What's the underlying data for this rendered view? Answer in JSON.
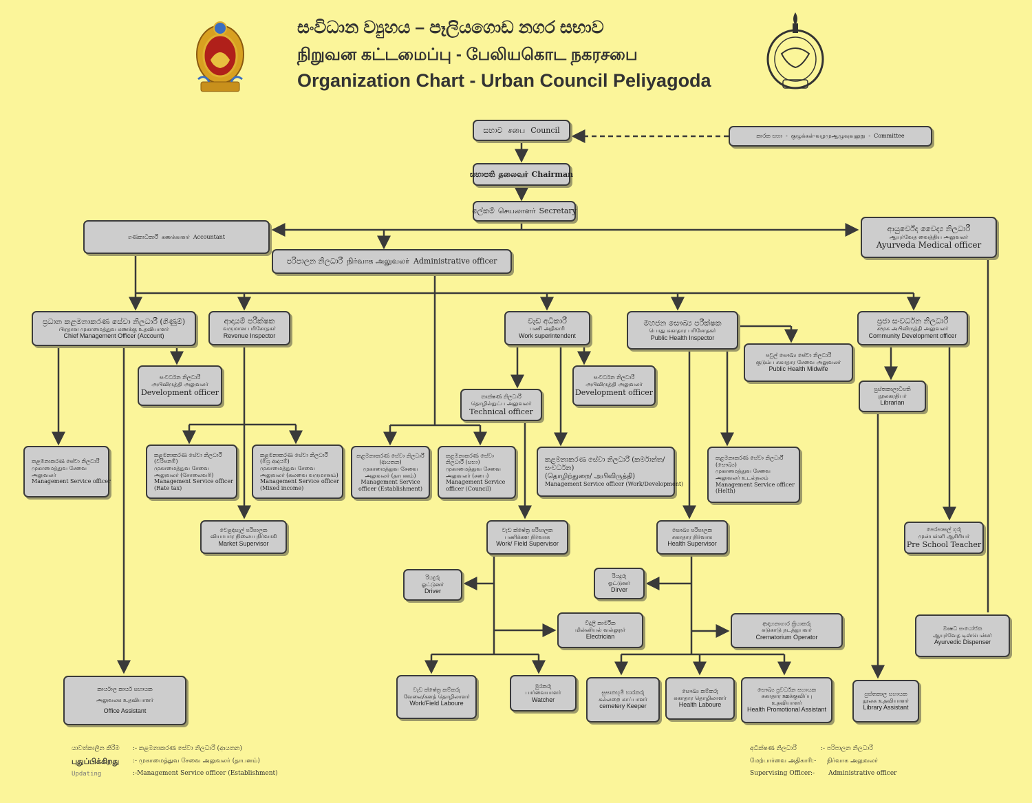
{
  "header": {
    "title_sinhala": "සංවිධාන ව්‍යුහය – පෑලියගොඩ නගර සභාව",
    "title_tamil": "நிறுவன கட்டமைப்பு - பேலியகொட நகரசபை",
    "title_english": "Organization Chart - Urban Council Peliyagoda"
  },
  "nodes": {
    "council": {
      "si": "සභාව",
      "ta": "சபை",
      "en": "Council"
    },
    "committee": {
      "si": "කාරක සභා",
      "ta": "குழுக்கள்-வழமுஆழுவுவுலுறு",
      "en": "Committee"
    },
    "chairman": {
      "si": "සභාපති",
      "ta": "தலைவர்",
      "en": "Chairman"
    },
    "secretary": {
      "si": "ලේකම්",
      "ta": "செயலாளர்",
      "en": "Secretary"
    },
    "accountant": {
      "si": "ගණකාධිකාරී",
      "ta": "கணக்காளர்",
      "en": "Accountant"
    },
    "admin_officer": {
      "si": "පරිපාලන නිලධාරී",
      "ta": "நிர்வாக அலுவலர்",
      "en": "Administrative officer"
    },
    "ayurveda_officer": {
      "si": "ආයුර්වේද වෛද්‍ය නිලධාරී",
      "ta": "ஆயுர்வேத வைத்திய அலுவலர்",
      "en": "Ayurveda Medical officer"
    },
    "chief_mgmt": {
      "si": "ප්‍රධාන කළමනාකරණ සේවා නිලධාරී (ගිණුම්)",
      "ta": "பிரதான முகாமைத்துவ கணக்கு உதவியாளர்",
      "en": "Chief Management Officer (Account)"
    },
    "revenue_inspector": {
      "si": "ආදායම් පරීක්ෂක",
      "ta": "வருமான பரிசோதகர்",
      "en": "Revenue Inspector"
    },
    "work_super": {
      "si": "වැඩ අධිකාරී",
      "ta": "பணி அதிகாரி",
      "en": "Work superintendent"
    },
    "phi": {
      "si": "මහජන සෞඛ්‍ය පරීක්ෂක",
      "ta": "பொது சுகாதார பரிசோதகர்",
      "en": "Public Health Inspector"
    },
    "community_dev": {
      "si": "ප්‍රජා සංවර්ධන නිලධාරී",
      "ta": "சமூக அபிவிருத்தி அலுவலர்",
      "en": "Community Development officer"
    },
    "dev_officer_1": {
      "si": "සංවර්ධන නිලධාරී",
      "ta": "அபிவிருத்தி அலுவலர்",
      "en": "Development officer"
    },
    "dev_officer_2": {
      "si": "සංවර්ධන නිලධාරී",
      "ta": "அபிவிருத்தி அலுவலர்",
      "en": "Development officer"
    },
    "technical_officer": {
      "si": "තාක්ෂණ නිලධාරී",
      "ta": "தொழில்நுட்ப அலுவலர்",
      "en": "Technical officer"
    },
    "phm": {
      "si": "පවුල් සෞඛ්‍ය සේවා නිලධාරී",
      "ta": "குடும்ப சுகாதார சேவை அலுவலர்",
      "en": "Public Health Midwife"
    },
    "librarian": {
      "si": "පුස්තකාලාධිපති",
      "ta": "நூலகரதிபர்",
      "en": "Librarian"
    },
    "mso_general": {
      "si": "කළමනාකරණ සේවා නිලධාරී",
      "ta": "முகாமைத்துவ சேவை அலுவலர்",
      "en": "Management Service officer"
    },
    "mso_rate": {
      "si": "කළමනාකරණ සේවා නිලධාරී (වරිපනම්)",
      "ta": "முகாமைத்துவ சேவை அலுவலர் (சோலைவரி)",
      "en": "Management Service officer",
      "en2": "(Rate tax)"
    },
    "mso_mixed": {
      "si": "කළමනාකරණ සේවා නිලධාරී (මිශ්‍ර ආදායම්)",
      "ta": "முகாமைத்துவ சேவை அலுவலர் (கலவை வருமானம்)",
      "en": "Management Service officer",
      "en2": "(Mixed income)"
    },
    "mso_estab": {
      "si": "කළමනාකරණ සේවා නිලධාරී (ආයතන)",
      "ta": "முகாமைத்துவ சேவை அலுவலர் (தாபனம்)",
      "en": "Management Service",
      "en2": "officer (Establishment)"
    },
    "mso_council": {
      "si": "කළමනාකරණ සේවා නිලධාරී (සභා)",
      "ta": "முகாமைத்துவ சேவை அலுவலர் (சபை)",
      "en": "Management Service",
      "en2": "officer (Council)"
    },
    "mso_work": {
      "si": "කළමනාකරණ සේවා නිලධාරී (කර්මාන්ත/සංවර්ධන)",
      "ta": "(தொழிற்துறை/ அபிவிருத்தி)",
      "en": "Management Service officer (Work/Development)"
    },
    "mso_health": {
      "si": "කළමනාකරණ සේවා නිලධාරී (සෞඛ්‍ය)",
      "ta": "முகாமைத்துவ சேவை அலுவலர் உடல்நலம்",
      "en": "Management Service officer",
      "en2": "(Helth)"
    },
    "market_super": {
      "si": "වෙළඳසැල් පරිපාලක",
      "ta": "வியாபார நிலைய நிர்வாகி",
      "en": "Market Supervisor"
    },
    "work_field_super": {
      "si": "වැඩ ක්ෂේත්‍ර පරිපාලක",
      "ta": "பணிக்கள நிர்வாக",
      "en": "Work/ Field Supervisor"
    },
    "health_super": {
      "si": "සෞඛ්‍ය පරිපාලක",
      "ta": "சுகாதார நிர்வாக",
      "en": "Health Supervisor"
    },
    "preschool": {
      "si": "පෙරපාසල් ගුරු",
      "ta": "முன்பள்ளி ஆசிரியர்",
      "en": "Pre School Teacher"
    },
    "driver_1": {
      "si": "රියදුරු",
      "ta": "ஓட்டுனர்",
      "en": "Driver"
    },
    "driver_2": {
      "si": "රියදුරු",
      "ta": "ஓட்டுனர்",
      "en": "Dirver"
    },
    "electrician": {
      "si": "විදුලි කාර්මික",
      "ta": "மின்னியல் வல்லுநர்",
      "en": "Electrician"
    },
    "crematorium": {
      "si": "ආදාහනාගාර ක්‍රියාකරු",
      "ta": "சுடுகாடு நடத்துபவர்",
      "en": "Crematorium Operator"
    },
    "ayur_dispenser": {
      "si": "ඖෂධ සංයෝජක",
      "ta": "ஆயுர்வேத டிஸ்பென்சர்",
      "en": "Ayurvedic Dispenser"
    },
    "office_assistant": {
      "si": "කාර්යාල කාර්ය සහායක",
      "ta": "அலுவலக உதவியாளர்",
      "en": "Office Assistant"
    },
    "field_labour": {
      "si": "වැඩ ක්ෂේත්‍ර කම්කරු",
      "ta": "வேலை/களத் தொழிலாளர்",
      "en": "Work/Field Laboure"
    },
    "watcher": {
      "si": "මුරකරු",
      "ta": "பார்வையாளர்",
      "en": "Watcher"
    },
    "cemetery": {
      "si": "සුසානභූමි භාරකරු",
      "ta": "கல்லறை காப்பாளர்",
      "en": "cemetery Keeper"
    },
    "health_labour": {
      "si": "සෞඛ්‍ය කම්කරු",
      "ta": "சுகாதார தொழிலாளர்",
      "en": "Health Laboure"
    },
    "health_promo": {
      "si": "සෞඛ්‍ය ප්‍රවර්ධන සහායක",
      "ta": "சுகாதார ஊக்குவிப்பு உதவியாளர்",
      "en": "Health Promotional Assistant"
    },
    "library_assistant": {
      "si": "පුස්තකාල සහායක",
      "ta": "நூலக உதவியாளர்",
      "en": "Library Assistant"
    }
  },
  "footer": {
    "left": [
      {
        "label": "යාවත්කාලීන කිරීම",
        "value": ":- කළමනාකරණ සේවා නිලධාරී (ආයතන)"
      },
      {
        "label": "புதுப்பிக்கிறது",
        "value": ":- முகாமைத்துவ சேவை அலுவலர் (தாபனம்)"
      },
      {
        "label": "Updating",
        "value": ":-Management Service officer (Establishment)"
      }
    ],
    "right": [
      {
        "label": "අධීක්ෂණ නිලධාරී",
        "value": ":- පරිපාලන නිලධාරී"
      },
      {
        "label": "மேற்பார்வை அதிகாரி:-",
        "value": "நிர்வாக அலுவலர்"
      },
      {
        "label": "Supervising Officer",
        "value": ":-       Administrative officer"
      }
    ]
  },
  "colors": {
    "background": "#fbf59a",
    "box": "#cdcdcd",
    "line": "#3a3a3a"
  },
  "icons": [
    "sri-lanka-emblem-icon",
    "peliyagoda-council-seal-icon"
  ]
}
